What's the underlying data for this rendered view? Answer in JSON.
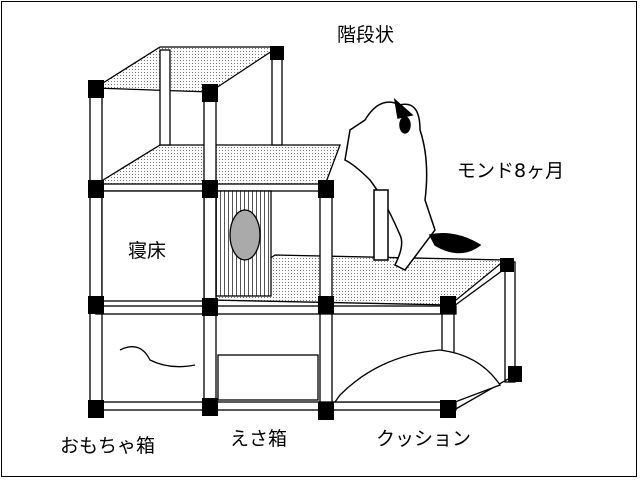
{
  "title": "階段状",
  "cat_label": "モンド8ヶ月",
  "labels": {
    "bed": "寝床",
    "toy_box": "おもちゃ箱",
    "food_box": "えさ箱",
    "cushion": "クッション"
  }
}
